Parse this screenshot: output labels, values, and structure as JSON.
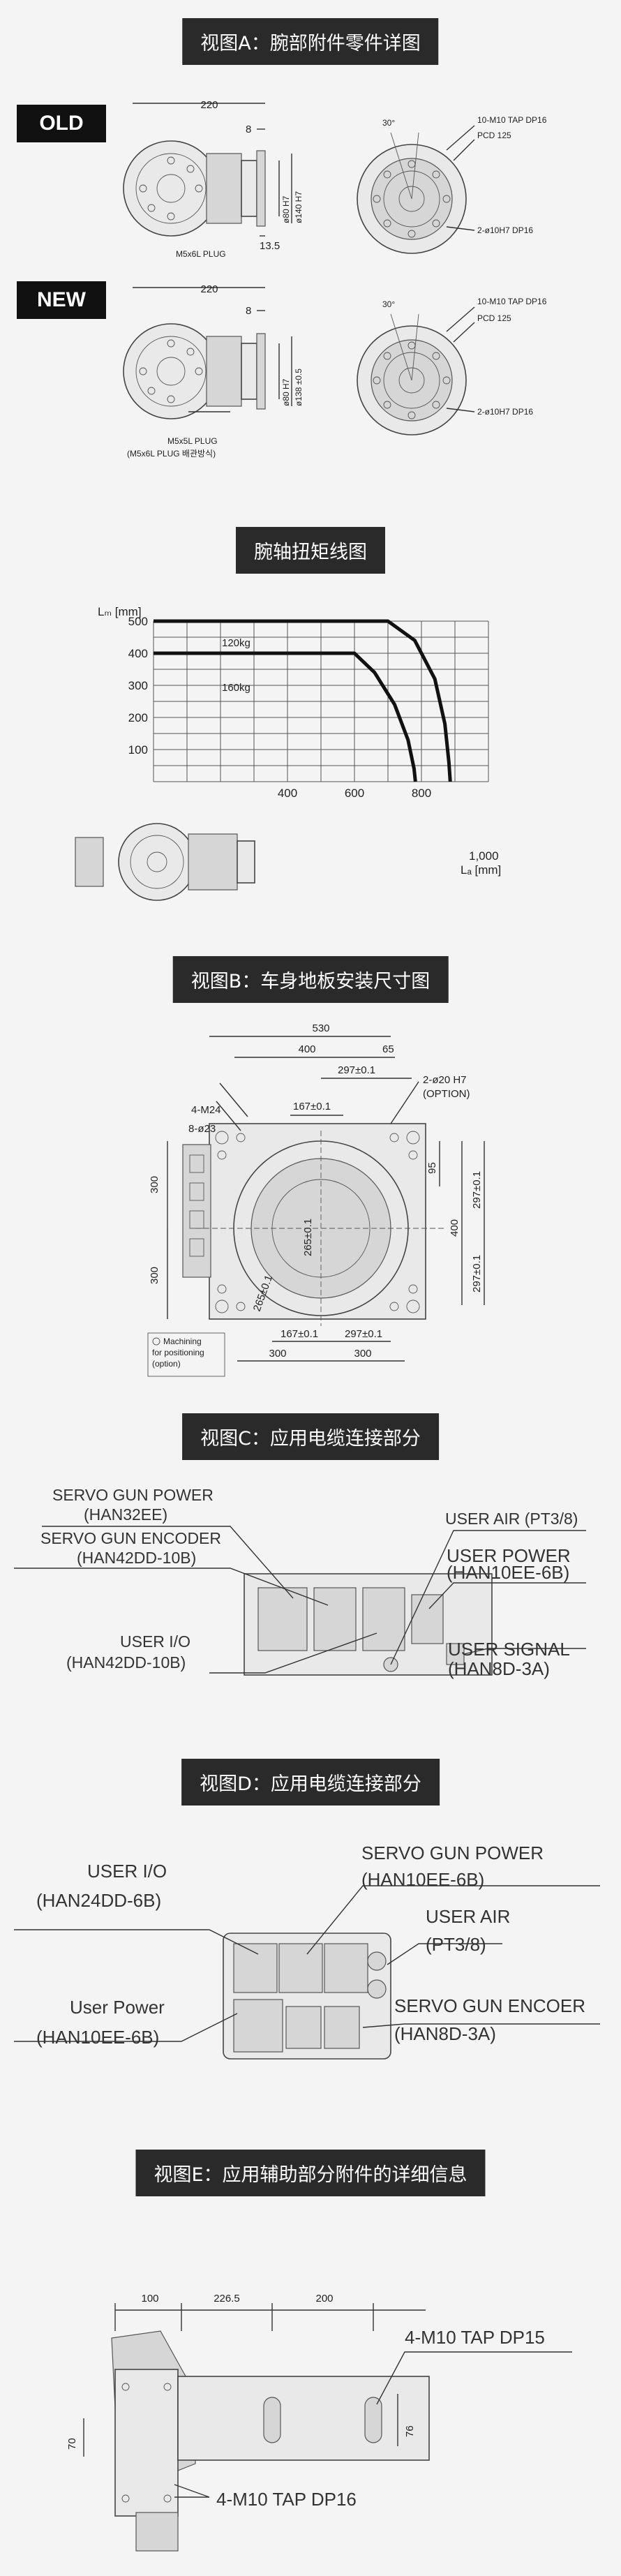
{
  "headers": {
    "a": "视图A：腕部附件零件详图",
    "torque": "腕轴扭矩线图",
    "b": "视图B：车身地板安装尺寸图",
    "c": "视图C：应用电缆连接部分",
    "d": "视图D：应用电缆连接部分",
    "e": "视图E：应用辅助部分附件的详细信息"
  },
  "view_a": {
    "old_tag": "OLD",
    "new_tag": "NEW",
    "dim_220": "220",
    "dim_8": "8",
    "dim_135": "13.5",
    "old_plug": "M5x6L PLUG",
    "new_plug": "M5x5L PLUG",
    "new_plug_note": "(M5x6L PLUG 배관방식)",
    "dia_80": "ø80 H7",
    "dia_140": "ø140 H7",
    "dia_138": "ø138 ±0.5",
    "angle_30": "30°",
    "tap": "10-M10 TAP DP16",
    "pcd": "PCD 125",
    "pin": "2-ø10H7 DP16"
  },
  "torque": {
    "y_unit": "Lₘ [mm]",
    "x_unit": "Lₐ [mm]",
    "x_extra": "1,000",
    "label_120": "120kg",
    "label_160": "160kg"
  },
  "chart_data": {
    "type": "line",
    "title": "",
    "xlabel": "La [mm]",
    "ylabel": "Lm [mm]",
    "xlim": [
      0,
      1000
    ],
    "ylim": [
      0,
      500
    ],
    "x_ticks": [
      "400",
      "600",
      "800",
      "1,000"
    ],
    "y_ticks": [
      "100",
      "200",
      "300",
      "400",
      "500"
    ],
    "grid": true,
    "series": [
      {
        "name": "120kg",
        "x": [
          0,
          700,
          780,
          840,
          870,
          882,
          886
        ],
        "y": [
          500,
          500,
          440,
          320,
          180,
          60,
          0
        ]
      },
      {
        "name": "160kg",
        "x": [
          0,
          600,
          660,
          720,
          760,
          778,
          782
        ],
        "y": [
          400,
          400,
          340,
          240,
          130,
          40,
          0
        ]
      }
    ]
  },
  "view_b": {
    "dim_530": "530",
    "dim_400": "400",
    "dim_65": "65",
    "dim_297": "297±0.1",
    "dim_167": "167±0.1",
    "dim_300": "300",
    "dim_95": "95",
    "dim_265": "265±0.1",
    "m24": "4-M24",
    "hole_23": "8-ø23",
    "pin_20": "2-ø20 H7",
    "option": "(OPTION)",
    "machining_1": "Machining",
    "machining_2": "for positioning",
    "machining_3": "(option)"
  },
  "view_c": {
    "servo_power": "SERVO GUN POWER",
    "servo_power_code": "(HAN32EE)",
    "servo_enc": "SERVO GUN ENCODER",
    "servo_enc_code": "(HAN42DD-10B)",
    "user_io": "USER I/O",
    "user_io_code": "(HAN42DD-10B)",
    "user_air": "USER AIR (PT3/8)",
    "user_power": "USER POWER",
    "user_power_code": "(HAN10EE-6B)",
    "user_signal": "USER SIGNAL",
    "user_signal_code": "(HAN8D-3A)"
  },
  "view_d": {
    "user_io": "USER I/O",
    "user_io_code": "(HAN24DD-6B)",
    "user_power": "User Power",
    "user_power_code": "(HAN10EE-6B)",
    "servo_power": "SERVO GUN POWER",
    "servo_power_code": "(HAN10EE-6B)",
    "user_air": "USER AIR",
    "user_air_code": "(PT3/8)",
    "servo_enc": "SERVO GUN ENCOER",
    "servo_enc_code": "(HAN8D-3A)"
  },
  "view_e": {
    "dim_100": "100",
    "dim_2265": "226.5",
    "dim_200": "200",
    "dim_70": "70",
    "dim_76": "76",
    "tap_15": "4-M10 TAP DP15",
    "tap_16": "4-M10 TAP DP16"
  }
}
